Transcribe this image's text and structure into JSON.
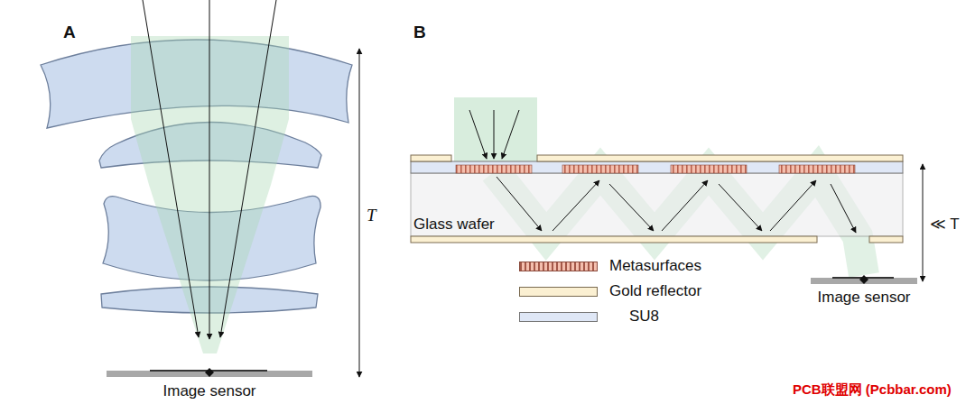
{
  "diagram": {
    "nodes": [
      {
        "text": [
          "Glass wafer"
        ]
      }
    ],
    "labels": [
      "A",
      "B",
      "T",
      "Image sensor",
      "≪ T",
      "Image sensor",
      "PCB联盟网 (Pcbbar.com)"
    ],
    "legend": [
      {
        "text": "Metasurfaces",
        "color": "#f4bfae"
      },
      {
        "text": "Gold reflector",
        "color": "#fbf0d2"
      },
      {
        "text": "SU8",
        "color": "#dfe7f6"
      }
    ]
  }
}
